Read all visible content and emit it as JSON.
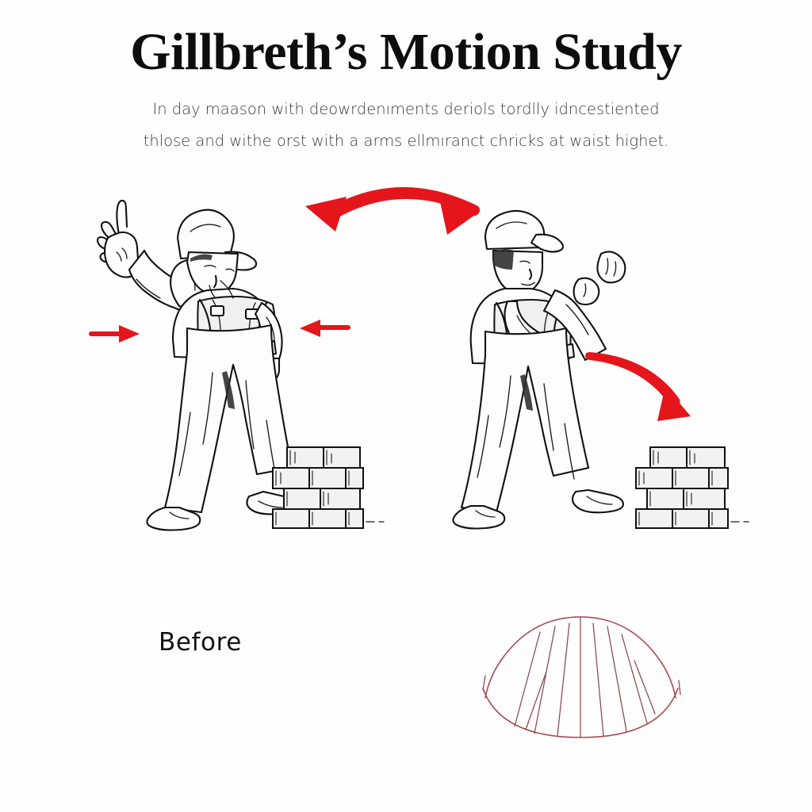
{
  "poster": {
    "title": "Gillbreth’s Motion Study",
    "subtitle_lines": [
      "In day maason with deowrdenıments deriols tordlly idncestiented",
      "thlose and withe orst with a arms ellmıranct chricks at waist highet."
    ],
    "background_color": "#fefefe",
    "title_color": "#0d0d0d",
    "subtitle_color": "#3b3b3b"
  },
  "labels": {
    "before": "Before"
  },
  "colors": {
    "accent_red": "#e4161b",
    "ink_black": "#111111",
    "fan_red": "#a8444d",
    "fan_line": "#8c4752",
    "paper_white": "#fdfdfd",
    "brick_fill": "#f2f2f2"
  },
  "figures": [
    {
      "id": "worker-left",
      "pose": "bending-over-one-arm-raised",
      "wears": [
        "cap",
        "overalls",
        "work-boots",
        "belt"
      ],
      "description": "mason bent forward reaching toward low brick pile, index finger raised"
    },
    {
      "id": "worker-right",
      "pose": "upright-holding-brick-at-chest",
      "wears": [
        "cap",
        "overalls",
        "work-boots",
        "belt"
      ],
      "description": "mason standing upright holding brick at waist-to-chest height, looking up"
    }
  ],
  "brick_stacks": [
    {
      "id": "brick-stack-left",
      "rows": 4,
      "bricks_per_row": 3
    },
    {
      "id": "brick-stack-right",
      "rows": 4,
      "bricks_per_row": 3
    }
  ],
  "annotations": [
    {
      "id": "arrow-double-curved-top",
      "type": "double-headed-curved-arrow",
      "direction": "left-and-right",
      "color": "#e4161b"
    },
    {
      "id": "arrow-small-left-pointing-right",
      "type": "straight-arrow",
      "direction": "right",
      "color": "#e4161b"
    },
    {
      "id": "arrow-small-center-pointing-left",
      "type": "straight-arrow",
      "direction": "left",
      "color": "#e4161b"
    },
    {
      "id": "arrow-curved-down-right",
      "type": "curved-arrow",
      "direction": "down-right",
      "color": "#e4161b"
    }
  ],
  "fan_diagram": {
    "id": "motion-arc-fan",
    "type": "radial-fan-arc",
    "spoke_count": 9,
    "color": "#a8444d",
    "description": "bell-shaped arc sweep with radiating motion spokes"
  }
}
